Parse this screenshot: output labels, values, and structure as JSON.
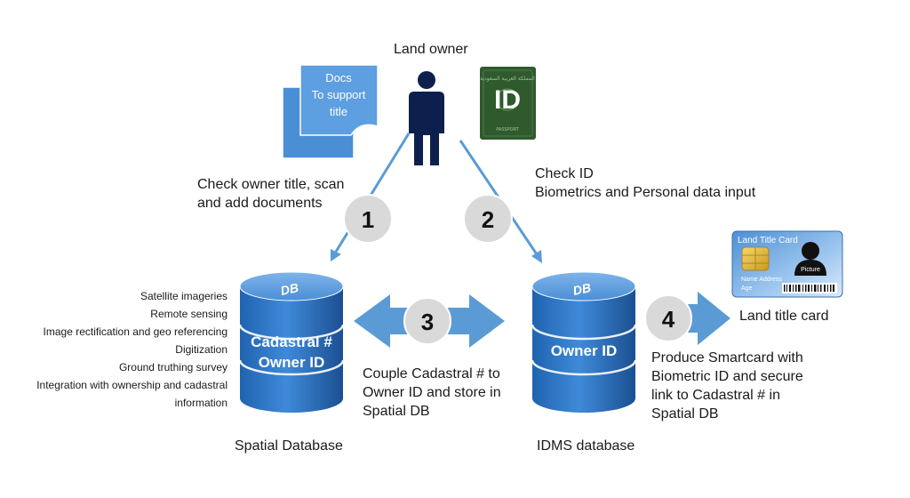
{
  "land_owner_label": "Land owner",
  "docs": {
    "line1": "Docs",
    "line2": "To support",
    "line3": "title"
  },
  "id_doc": {
    "big": "ID",
    "top_text": "المملكة العربية السعودية",
    "bottom_text": "PASSPORT"
  },
  "step1": {
    "number": "1",
    "line1": "Check owner title, scan",
    "line2": "and add documents"
  },
  "step2": {
    "number": "2",
    "line1": "Check ID",
    "line2": "Biometrics and Personal data input"
  },
  "step3": {
    "number": "3",
    "line1": "Couple Cadastral # to",
    "line2": "Owner ID and store in",
    "line3": "Spatial DB"
  },
  "step4": {
    "number": "4",
    "line1": "Produce Smartcard with",
    "line2": "Biometric ID and secure",
    "line3": "link to Cadastral # in",
    "line4": "Spatial DB"
  },
  "spatial_db": {
    "tag": "DB",
    "line1": "Cadastral #",
    "line2": "Owner ID",
    "caption": "Spatial Database"
  },
  "idms_db": {
    "tag": "DB",
    "line1": "Owner ID",
    "caption": "IDMS database"
  },
  "processes": [
    "Satellite imageries",
    "Remote sensing",
    "Image rectification and geo referencing",
    "Digitization",
    "Ground truthing survey",
    "Integration with ownership and cadastral",
    "information"
  ],
  "card": {
    "title": "Land Title Card",
    "info1": "Name Address",
    "info2": "Age",
    "picture": "Picture",
    "caption": "Land title card"
  },
  "colors": {
    "blue": "#4a8fd6",
    "dark_blue": "#1f3f7a",
    "figure": "#0d1f4d",
    "circle": "#d9d9d9",
    "passport": "#2e5a2e"
  }
}
